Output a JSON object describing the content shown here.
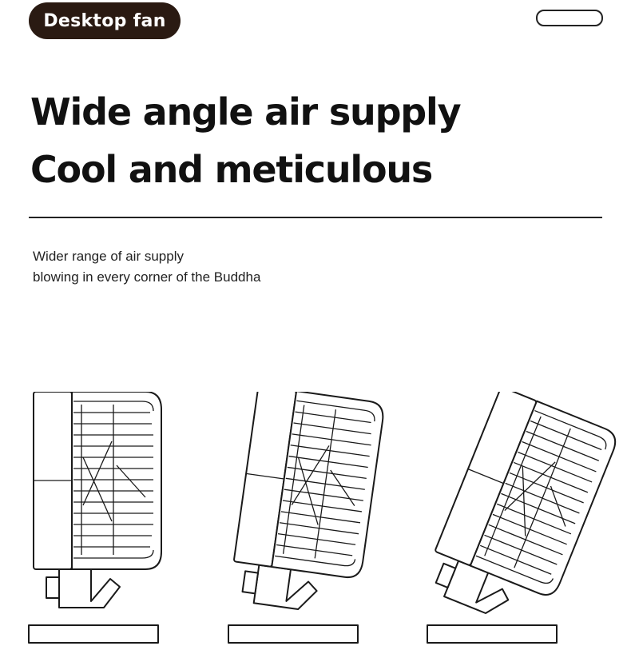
{
  "badge": {
    "label": "Desktop fan"
  },
  "headline": {
    "line1": "Wide angle air supply",
    "line2": "Cool and meticulous"
  },
  "subtext": {
    "line1": "Wider range of air supply",
    "line2": "blowing in every corner of the Buddha"
  },
  "illustrations": {
    "count": 3,
    "tilt_degrees": [
      0,
      8,
      22
    ]
  }
}
